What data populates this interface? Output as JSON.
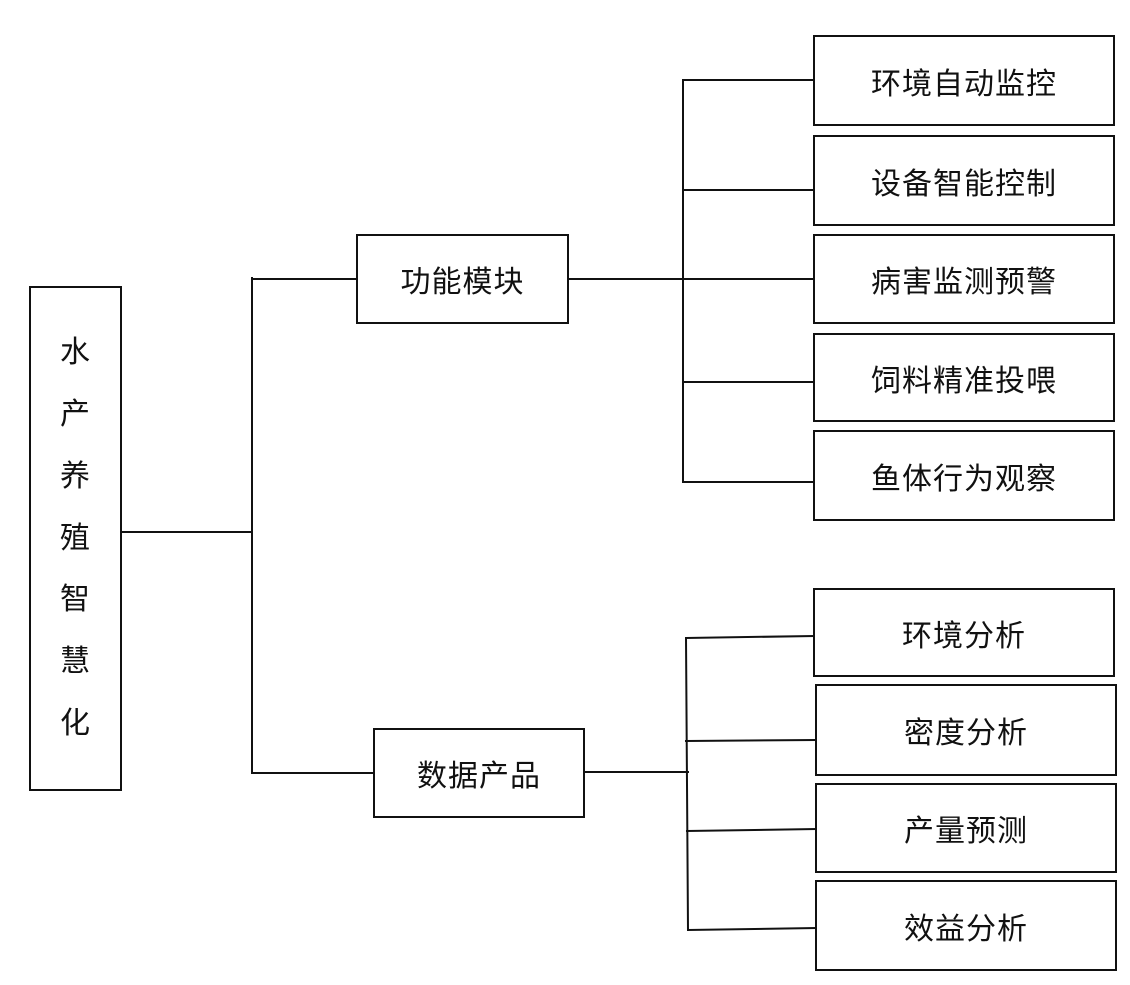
{
  "root": {
    "label_chars": [
      "水",
      "产",
      "养",
      "殖",
      "智",
      "慧",
      "化"
    ]
  },
  "branches": [
    {
      "label": "功能模块",
      "children": [
        "环境自动监控",
        "设备智能控制",
        "病害监测预警",
        "饲料精准投喂",
        "鱼体行为观察"
      ]
    },
    {
      "label": "数据产品",
      "children": [
        "环境分析",
        "密度分析",
        "产量预测",
        "效益分析"
      ]
    }
  ]
}
